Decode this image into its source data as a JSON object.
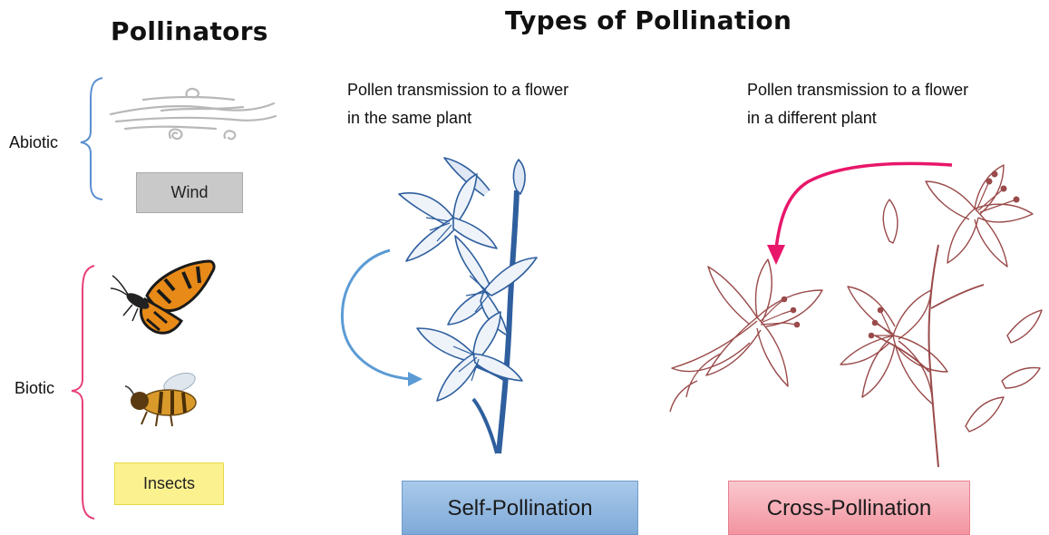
{
  "pollinators": {
    "title": "Pollinators",
    "abiotic_label": "Abiotic",
    "biotic_label": "Biotic",
    "wind_label": "Wind",
    "insects_label": "Insects"
  },
  "pollination": {
    "title": "Types of Pollination",
    "self": {
      "caption_line1": "Pollen transmission to a flower",
      "caption_line2": "in the same plant",
      "label": "Self-Pollination"
    },
    "cross": {
      "caption_line1": "Pollen transmission to a flower",
      "caption_line2": "in a different plant",
      "label": "Cross-Pollination"
    }
  },
  "colors": {
    "abiotic_brace": "#5b8fd0",
    "biotic_brace": "#e8407a",
    "self_arrow": "#5b9bd5",
    "cross_arrow": "#e8176a",
    "self_flower": "#2f5f9e",
    "cross_flower": "#9a4a4a"
  },
  "icons": [
    "wind-icon",
    "butterfly-icon",
    "bee-icon",
    "blue-lily-icon",
    "red-lily-icon"
  ]
}
